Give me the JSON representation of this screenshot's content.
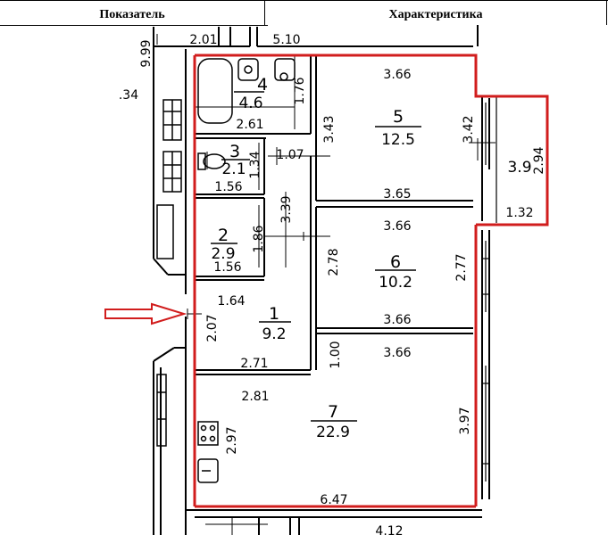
{
  "table_header": {
    "col1": "Показатель",
    "col2": "Характеристика"
  },
  "accent_color": "#d11d1d",
  "rooms": [
    {
      "number": "1",
      "area": "9.2"
    },
    {
      "number": "2",
      "area": "2.9"
    },
    {
      "number": "3",
      "area": "2.1"
    },
    {
      "number": "4",
      "area": "4.6"
    },
    {
      "number": "5",
      "area": "12.5"
    },
    {
      "number": "6",
      "area": "10.2"
    },
    {
      "number": "7",
      "area": "22.9"
    }
  ],
  "balcony": {
    "area": "3.9"
  },
  "dimensions": {
    "d_2_01": "2.01",
    "d_5_10": "5.10",
    "d_9_99": "9.99",
    "d_34": ".34",
    "d_1_76": "1.76",
    "d_2_61": "2.61",
    "d_3_43": "3.43",
    "d_3_66_top": "3.66",
    "d_3_42": "3.42",
    "d_1_34": "1.34",
    "d_1_07": "1.07",
    "d_1_56_a": "1.56",
    "d_3_65": "3.65",
    "d_2_94": "2.94",
    "d_1_32": "1.32",
    "d_3_39": "3.39",
    "d_1_86": "1.86",
    "d_1_56_b": "1.56",
    "d_3_66_r6": "3.66",
    "d_2_78": "2.78",
    "d_2_77": "2.77",
    "d_3_66_r6b": "3.66",
    "d_1_64": "1.64",
    "d_2_07": "2.07",
    "d_2_71": "2.71",
    "d_1_00": "1.00",
    "d_3_66_r7": "3.66",
    "d_2_81": "2.81",
    "d_3_97": "3.97",
    "d_2_97": "2.97",
    "d_6_47": "6.47",
    "d_4_12": "4.12"
  }
}
